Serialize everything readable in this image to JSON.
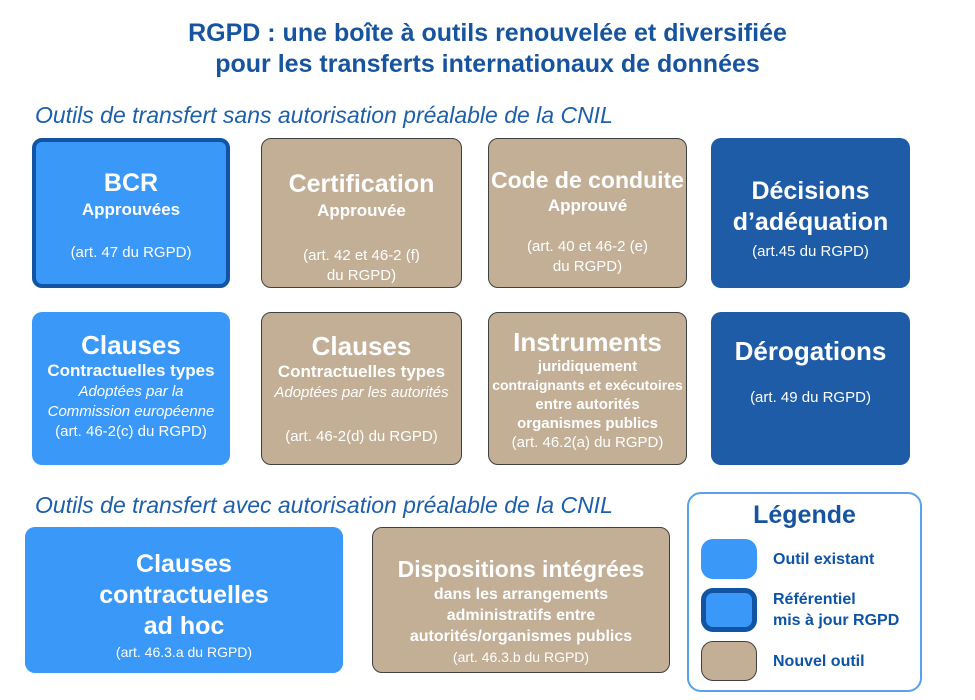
{
  "title": {
    "line1": "RGPD : une boîte à outils renouvelée et diversifiée",
    "line2": "pour les transferts internationaux de données"
  },
  "sections": {
    "without_authorization": "Outils de transfert sans autorisation préalable de la CNIL",
    "with_authorization": "Outils de transfert avec autorisation préalable de la CNIL"
  },
  "boxes": {
    "bcr": {
      "title": "BCR",
      "subtitle": "Approuvées",
      "article": "(art. 47 du RGPD)"
    },
    "certification": {
      "title": "Certification",
      "subtitle": "Approuvée",
      "article_line1": "(art. 42 et 46-2 (f)",
      "article_line2": "du RGPD)"
    },
    "code_conduite": {
      "title": "Code de conduite",
      "subtitle": "Approuvé",
      "article_line1": "(art. 40 et 46-2 (e)",
      "article_line2": "du RGPD)"
    },
    "decisions": {
      "title_line1": "Décisions",
      "title_line2": "d’adéquation",
      "article": "(art.45 du RGPD)"
    },
    "clauses_commission": {
      "title": "Clauses",
      "subtitle": "Contractuelles types",
      "note_line1": "Adoptées par la",
      "note_line2": "Commission européenne",
      "article": "(art. 46-2(c) du RGPD)"
    },
    "clauses_autorites": {
      "title": "Clauses",
      "subtitle": "Contractuelles types",
      "note": "Adoptées par les autorités",
      "article": "(art. 46-2(d) du RGPD)"
    },
    "instruments": {
      "title": "Instruments",
      "sub_lines": [
        "juridiquement",
        "contraignants et exécutoires",
        "entre autorités",
        "organismes publics"
      ],
      "article": "(art. 46.2(a) du RGPD)"
    },
    "derogations": {
      "title": "Dérogations",
      "article": "(art. 49 du RGPD)"
    },
    "ad_hoc": {
      "title_line1": "Clauses",
      "title_line2": "contractuelles",
      "title_line3": "ad hoc",
      "article": "(art. 46.3.a du RGPD)"
    },
    "dispositions": {
      "title": "Dispositions intégrées",
      "sub_lines": [
        "dans les arrangements",
        "administratifs entre",
        "autorités/organismes publics"
      ],
      "article": "(art. 46.3.b du RGPD)"
    }
  },
  "legend": {
    "title": "Légende",
    "items": [
      {
        "type": "existing",
        "label": "Outil existant"
      },
      {
        "type": "updated",
        "label_line1": "Référentiel",
        "label_line2": "mis à jour RGPD"
      },
      {
        "type": "new",
        "label": "Nouvel outil"
      }
    ]
  },
  "colors": {
    "bright_blue": "#3998F8",
    "dark_blue": "#1E5CA7",
    "dark_blue_border": "#1254A4",
    "tan": "#C3AE96",
    "tan_border": "#404040",
    "title_text": "#17549F",
    "heading_text": "#1D5FAB",
    "legend_text": "#0D54A6",
    "legend_border": "#58A2EA"
  }
}
